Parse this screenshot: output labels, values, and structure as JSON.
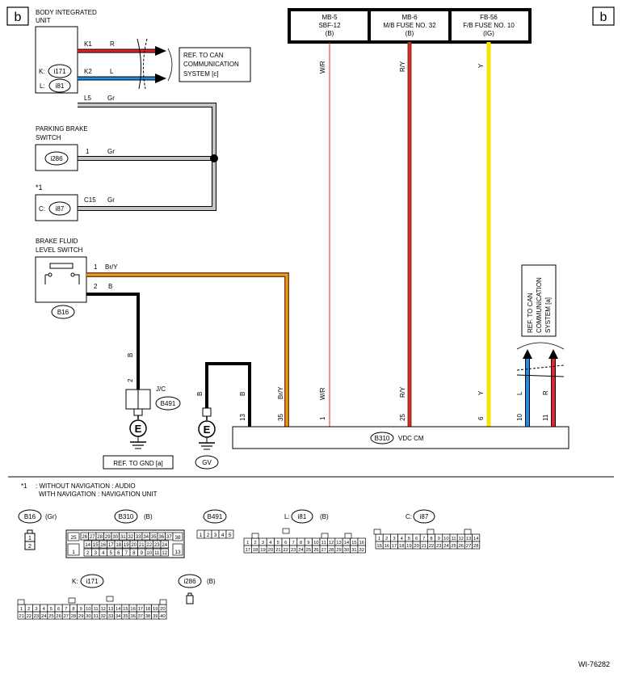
{
  "section_marker": "b",
  "body_integrated_unit": {
    "title_line1": "BODY INTEGRATED",
    "title_line2": "UNIT",
    "k_label": "K:",
    "k_conn": "i171",
    "l_label": "L:",
    "l_conn": "i81"
  },
  "can_ref_left": {
    "line1": "REF. TO CAN",
    "line2": "COMMUNICATION",
    "line3": "SYSTEM  [c]"
  },
  "wires_left": {
    "k1_pin": "K1",
    "k1_color": "R",
    "k2_pin": "K2",
    "k2_color": "L",
    "l5_pin": "L5",
    "l5_color": "Gr",
    "pb_pin": "1",
    "pb_color": "Gr",
    "c15_pin": "C15",
    "c15_color": "Gr",
    "bf1_pin": "1",
    "bf1_color": "Br/Y",
    "bf2_pin": "2",
    "bf2_color": "B"
  },
  "parking_brake": {
    "line1": "PARKING BRAKE",
    "line2": "SWITCH",
    "conn": "i286"
  },
  "note_unit": {
    "mark": "*1",
    "label": "C:",
    "conn": "i87"
  },
  "brake_fluid": {
    "line1": "BRAKE FLUID",
    "line2": "LEVEL SWITCH",
    "conn": "B16"
  },
  "fuses": [
    {
      "line1": "MB-5",
      "line2": "SBF-12",
      "line3": "(B)"
    },
    {
      "line1": "MB-6",
      "line2": "M/B FUSE NO. 32",
      "line3": "(B)"
    },
    {
      "line1": "FB-56",
      "line2": "F/B FUSE NO. 10",
      "line3": "(IG)"
    }
  ],
  "vertical_wires": {
    "wr": "W/R",
    "ry": "R/Y",
    "y": "Y",
    "b_a": "B",
    "b_b": "B",
    "bry": "Br/Y",
    "l": "L",
    "r": "R"
  },
  "jc": {
    "label": "J/C",
    "conn": "B491",
    "pin": "2",
    "gnd_ref": "REF. TO GND  [a]"
  },
  "ground_e": "E",
  "gv": "GV",
  "vdc": {
    "conn": "B310",
    "name": "VDC CM",
    "pins": [
      "13",
      "35",
      "1",
      "25",
      "6",
      "10",
      "11"
    ]
  },
  "can_ref_right": {
    "line1": "REF. TO CAN",
    "line2": "COMMUNICATION",
    "line3": "SYSTEM  [a]"
  },
  "note": {
    "mark": "*1",
    "line1": ": WITHOUT NAVIGATION  : AUDIO",
    "line2": "WITH NAVIGATION   : NAVIGATION UNIT"
  },
  "connectors": {
    "b16": {
      "name": "B16",
      "color": "(Gr)",
      "pins": [
        "1",
        "2"
      ]
    },
    "b310": {
      "name": "B310",
      "color": "(B)",
      "row1": [
        "26",
        "27",
        "28",
        "29",
        "30",
        "31",
        "32",
        "33",
        "34",
        "35",
        "36",
        "37"
      ],
      "row2": [
        "14",
        "15",
        "16",
        "17",
        "18",
        "19",
        "20",
        "21",
        "22",
        "23",
        "24"
      ],
      "row3": [
        "2",
        "3",
        "4",
        "5",
        "6",
        "7",
        "8",
        "9",
        "10",
        "11",
        "12"
      ],
      "left_top": "25",
      "left_bottom": "1",
      "right_top": "38",
      "right_bottom": "13"
    },
    "b491": {
      "name": "B491",
      "pins": [
        "1",
        "2",
        "3",
        "4",
        "5"
      ]
    },
    "i81": {
      "label": "L:",
      "name": "i81",
      "color": "(B)",
      "row1": [
        "1",
        "2",
        "3",
        "4",
        "5",
        "6",
        "7",
        "8",
        "9",
        "10",
        "11",
        "12",
        "13",
        "14",
        "15",
        "16"
      ],
      "row2": [
        "17",
        "18",
        "19",
        "20",
        "21",
        "22",
        "23",
        "24",
        "25",
        "26",
        "27",
        "28",
        "29",
        "30",
        "31",
        "32"
      ]
    },
    "i87": {
      "label": "C:",
      "name": "i87",
      "row1": [
        "1",
        "2",
        "3",
        "4",
        "5",
        "6",
        "7",
        "8",
        "9",
        "10",
        "11",
        "12",
        "13",
        "14"
      ],
      "row2": [
        "15",
        "16",
        "17",
        "18",
        "19",
        "20",
        "21",
        "22",
        "23",
        "24",
        "25",
        "26",
        "27",
        "28"
      ]
    },
    "i171": {
      "label": "K:",
      "name": "i171",
      "row1": [
        "1",
        "2",
        "3",
        "4",
        "5",
        "6",
        "7",
        "8",
        "9",
        "10",
        "11",
        "12",
        "13",
        "14",
        "15",
        "16",
        "17",
        "18",
        "19",
        "20"
      ],
      "row2": [
        "21",
        "22",
        "23",
        "24",
        "25",
        "26",
        "27",
        "28",
        "29",
        "30",
        "31",
        "32",
        "33",
        "34",
        "35",
        "36",
        "37",
        "38",
        "39",
        "40"
      ]
    },
    "i286": {
      "name": "i286",
      "color": "(B)"
    }
  },
  "figure_id": "WI-76282",
  "colors": {
    "red": "#e8222a",
    "blue": "#1e8de6",
    "gray": "#c4c4c4",
    "yellow": "#f5e600",
    "brown": "#8b3a1a",
    "orange": "#e8a020",
    "black": "#000000"
  }
}
